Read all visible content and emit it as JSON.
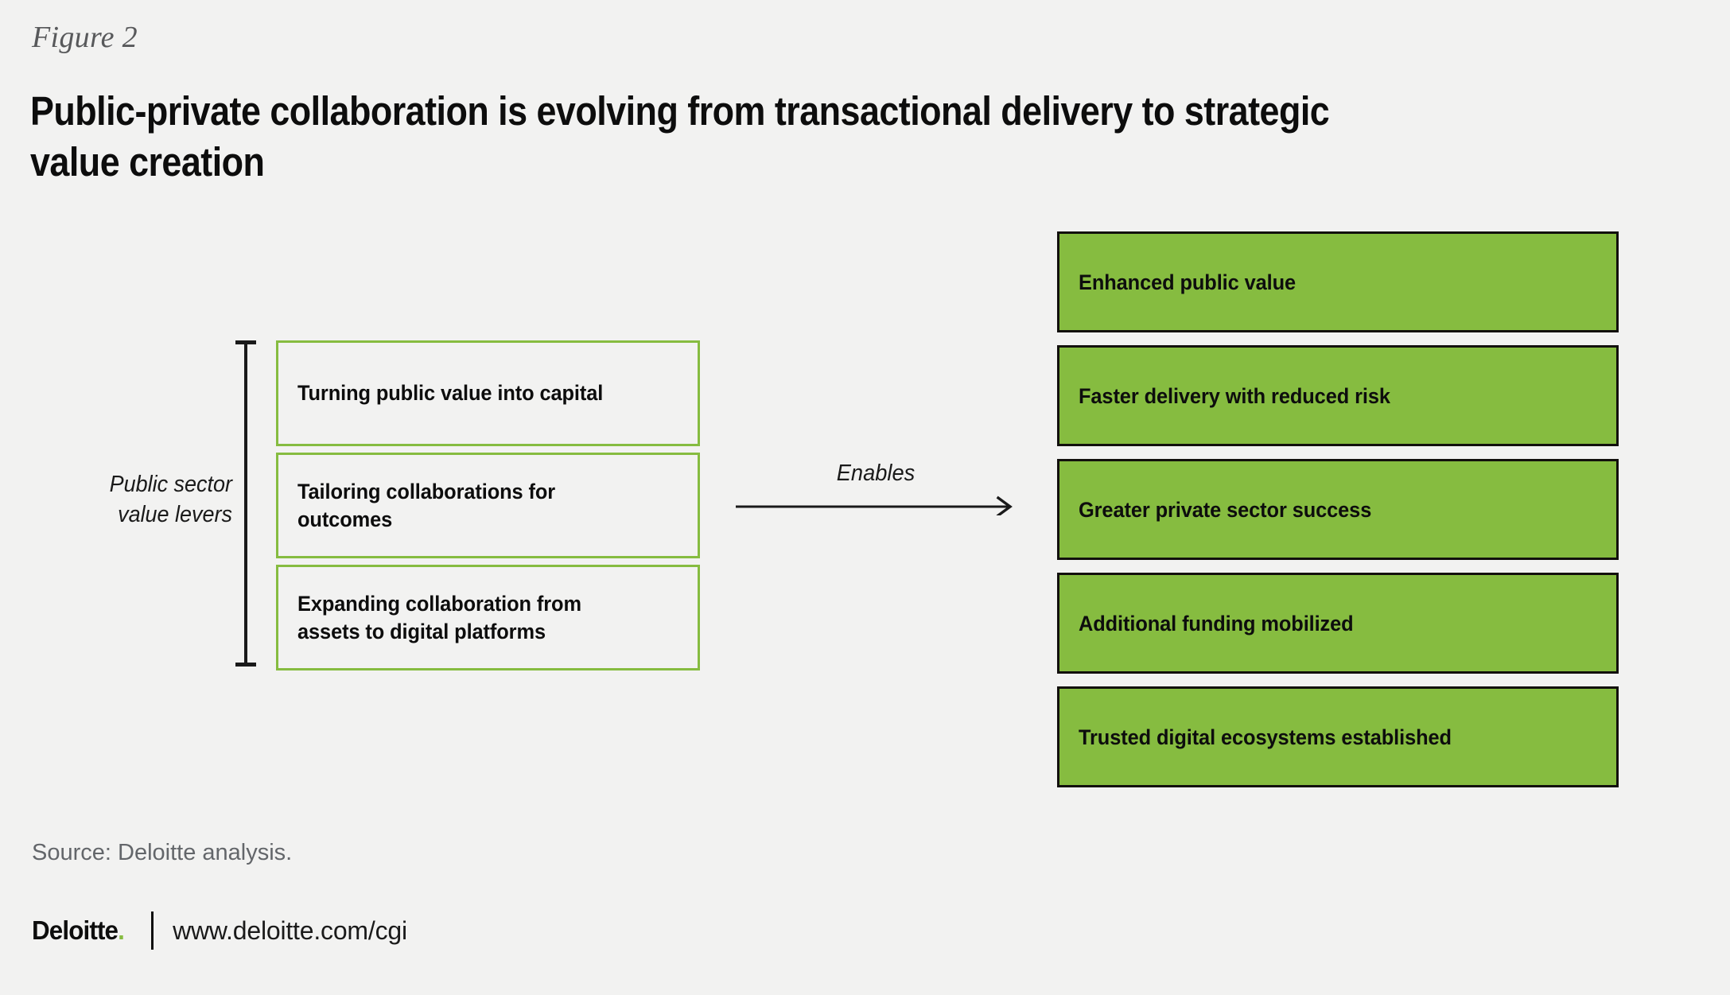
{
  "figure": {
    "label": "Figure 2",
    "title": "Public-private collaboration is evolving from transactional delivery to strategic\nvalue creation"
  },
  "left_group": {
    "axis_label": "Public sector\nvalue levers",
    "bracket_icon": "vertical-bracket-icon",
    "border_color": "#86bc40",
    "items": [
      {
        "text": "Turning public value into capital"
      },
      {
        "text": "Tailoring collaborations for\noutcomes"
      },
      {
        "text": "Expanding collaboration from\nassets to digital platforms"
      }
    ]
  },
  "connector": {
    "label": "Enables",
    "arrow_icon": "arrow-right-icon",
    "color": "#1a1a1a"
  },
  "right_group": {
    "fill_color": "#86bc40",
    "border_color": "#12100d",
    "items": [
      {
        "text": "Enhanced public value"
      },
      {
        "text": "Faster delivery with reduced risk"
      },
      {
        "text": "Greater private sector success"
      },
      {
        "text": "Additional funding mobilized"
      },
      {
        "text": "Trusted digital ecosystems established"
      }
    ]
  },
  "footer": {
    "source": "Source: Deloitte analysis.",
    "logo_text": "Deloitte",
    "logo_dot": ".",
    "url": "www.deloitte.com/cgi"
  },
  "chart_data": {
    "type": "diagram",
    "title": "Public-private collaboration is evolving from transactional delivery to strategic value creation",
    "subtitle": "Figure 2",
    "structure": "left-to-right flow: three public sector value levers enable five outcomes",
    "left_nodes": [
      "Turning public value into capital",
      "Tailoring collaborations for outcomes",
      "Expanding collaboration from assets to digital platforms"
    ],
    "left_group_label": "Public sector value levers",
    "edge_label": "Enables",
    "right_nodes": [
      "Enhanced public value",
      "Faster delivery with reduced risk",
      "Greater private sector success",
      "Additional funding mobilized",
      "Trusted digital ecosystems established"
    ],
    "source": "Source: Deloitte analysis."
  }
}
